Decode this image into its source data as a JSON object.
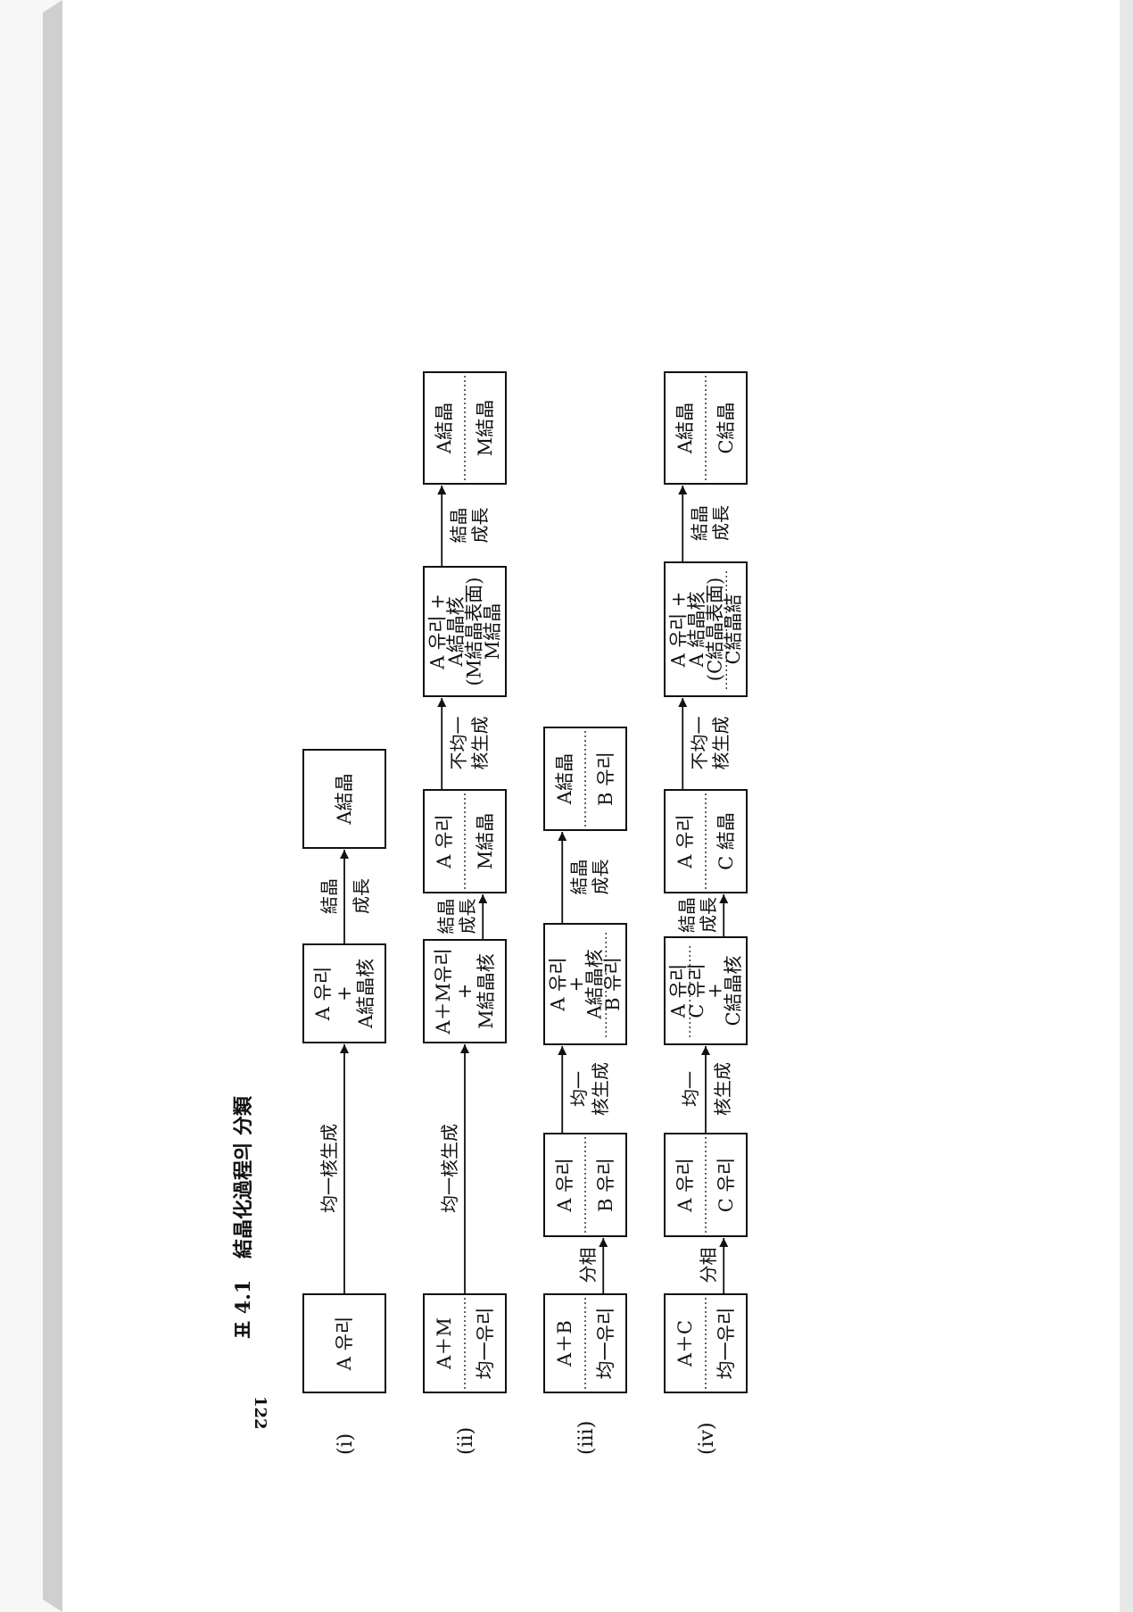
{
  "page": {
    "page_number": "122",
    "title_label": "표 4.1",
    "title_text": "結晶化過程의 分類"
  },
  "rows": [
    {
      "label": "(i)",
      "boxes": [
        {
          "parts": [
            [
              "A 유리"
            ]
          ]
        },
        {
          "parts": [
            [
              "A 유리",
              "+",
              "A結晶核"
            ]
          ]
        },
        {
          "parts": [
            [
              "A結晶"
            ]
          ]
        }
      ],
      "arrows": [
        {
          "text": [
            "均一核生成"
          ],
          "pos": "above",
          "long": true
        },
        {
          "text": [
            "結晶",
            "成長"
          ],
          "pos": "split"
        }
      ]
    },
    {
      "label": "(ii)",
      "boxes": [
        {
          "parts": [
            [
              "A＋M"
            ],
            [
              "均一유리"
            ]
          ]
        },
        {
          "parts": [
            [
              "A＋M유리",
              "+",
              "M結晶核"
            ]
          ]
        },
        {
          "parts": [
            [
              "A 유리"
            ],
            [
              "M結晶"
            ]
          ],
          "dotted": true
        },
        {
          "parts": [
            [
              "A 유리 +",
              "A結晶核",
              "(M結晶表面)",
              "M結晶"
            ]
          ]
        },
        {
          "parts": [
            [
              "A結晶"
            ],
            [
              "M結晶"
            ]
          ],
          "dotted": true
        }
      ],
      "arrows": [
        {
          "text": [
            "均一核生成"
          ],
          "pos": "above",
          "long": true
        },
        {
          "text": [
            "結晶",
            "成長"
          ],
          "pos": "above"
        },
        {
          "text": [
            "不均一",
            "核生成"
          ],
          "pos": "below"
        },
        {
          "text": [
            "結晶",
            "成長"
          ],
          "pos": "below"
        }
      ]
    },
    {
      "label": "(iii)",
      "boxes": [
        {
          "parts": [
            [
              "A＋B"
            ],
            [
              "均一유리"
            ]
          ]
        },
        {
          "parts": [
            [
              "A 유리"
            ],
            [
              "B 유리"
            ]
          ],
          "dotted": true
        },
        {
          "parts": [
            [
              "A 유리",
              "+",
              "A結晶核",
              "B 유리"
            ]
          ],
          "dotline_after": 3
        },
        {
          "parts": [
            [
              "A結晶"
            ],
            [
              "B 유리"
            ]
          ],
          "dotted": true
        }
      ],
      "arrows": [
        {
          "text": [
            "分相"
          ],
          "pos": "above"
        },
        {
          "text": [
            "均一",
            "核生成"
          ],
          "pos": "below"
        },
        {
          "text": [
            "結晶",
            "成長"
          ],
          "pos": "below"
        }
      ]
    },
    {
      "label": "(iv)",
      "boxes": [
        {
          "parts": [
            [
              "A＋C"
            ],
            [
              "均一유리"
            ]
          ]
        },
        {
          "parts": [
            [
              "A 유리"
            ],
            [
              "C 유리"
            ]
          ],
          "dotted": true
        },
        {
          "parts": [
            [
              "A 유리",
              "C 유리",
              "+",
              "C結晶核"
            ]
          ],
          "dotline_after": 1
        },
        {
          "parts": [
            [
              "A 유리"
            ],
            [
              "C 結晶"
            ]
          ],
          "dotted": true
        },
        {
          "parts": [
            [
              "A 유리 +",
              "A 結晶核",
              "(C結晶表面)",
              "C結晶結"
            ]
          ],
          "dotline_after": 3
        },
        {
          "parts": [
            [
              "A結晶"
            ],
            [
              "C結晶"
            ]
          ],
          "dotted": true
        }
      ],
      "arrows": [
        {
          "text": [
            "分相"
          ],
          "pos": "above"
        },
        {
          "text": [
            "均一",
            "核生成"
          ],
          "pos": "split"
        },
        {
          "text": [
            "結晶",
            "成長"
          ],
          "pos": "above"
        },
        {
          "text": [
            "不均一",
            "核生成"
          ],
          "pos": "below"
        },
        {
          "text": [
            "結晶",
            "成長"
          ],
          "pos": "below"
        }
      ]
    }
  ]
}
